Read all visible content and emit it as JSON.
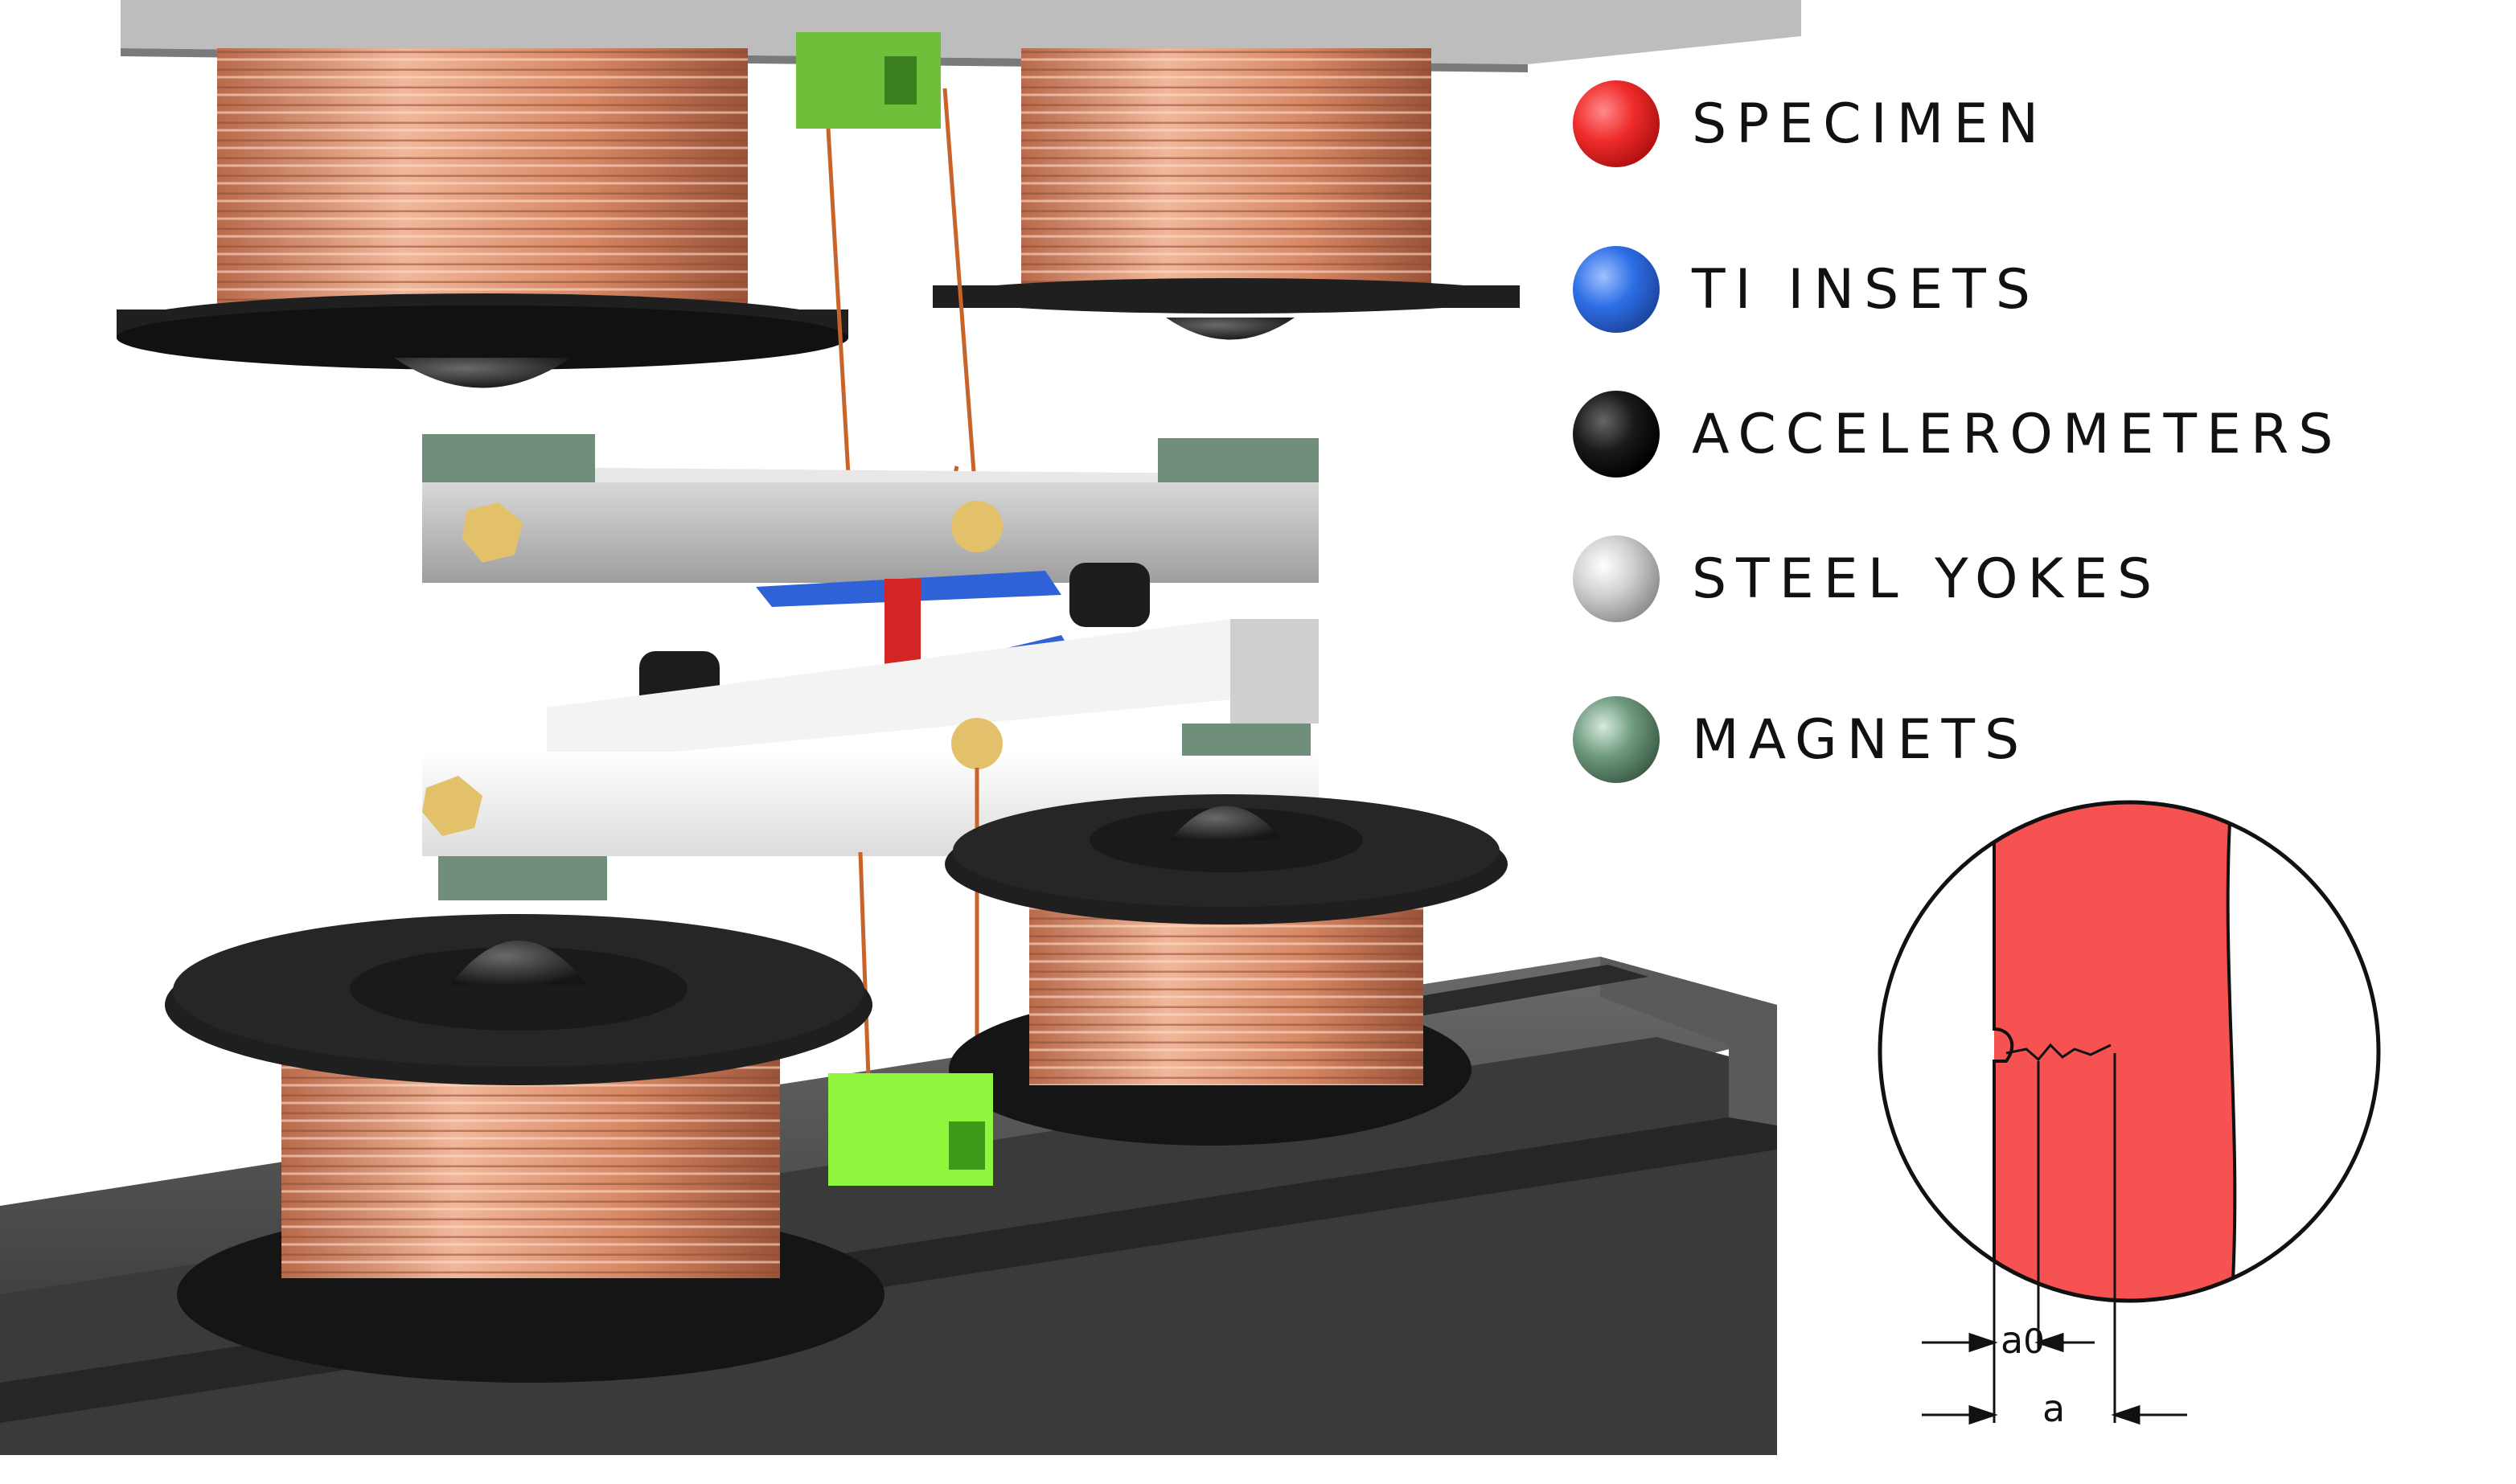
{
  "legend": {
    "items": [
      {
        "label": "SPECIMEN",
        "color": "#f02c2c"
      },
      {
        "label": "TI INSETS",
        "color": "#2f6fe6"
      },
      {
        "label": "ACCELEROMETERS",
        "color": "#1a1a1a"
      },
      {
        "label": "STEEL YOKES",
        "color": "#cfcfcf"
      },
      {
        "label": "MAGNETS",
        "color": "#6e9a7e"
      }
    ]
  },
  "detail": {
    "dim_a0": "a",
    "dim_a0_sub": "0",
    "dim_a": "a",
    "specimen_color": "#f75252"
  },
  "colors": {
    "coil_copper": "#d98a6a",
    "spool_black": "#1f1f1f",
    "rail_gray": "#4a4a4a",
    "magnet_lime": "#7fe03a"
  }
}
